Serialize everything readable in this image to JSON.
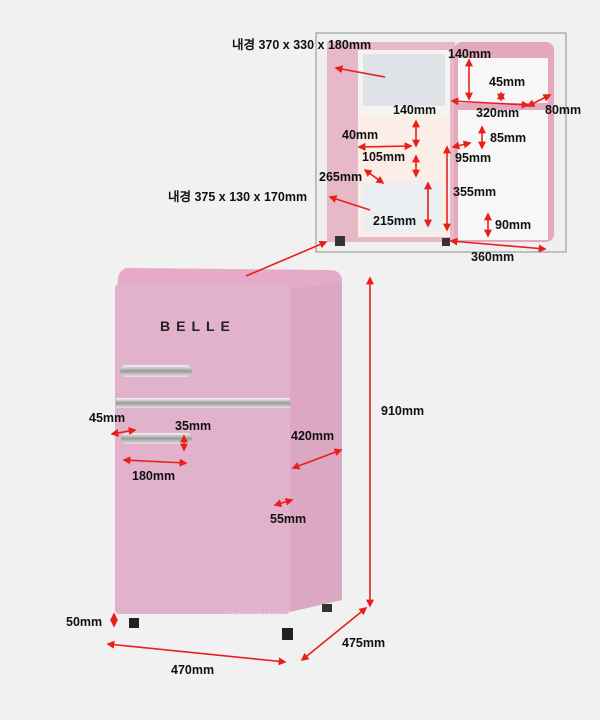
{
  "inset": {
    "freezer_interior": "내경 370 x 330 x 180mm",
    "fridge_interior": "내경 375 x 130 x 170mm",
    "labels": [
      "140mm",
      "45mm",
      "320mm",
      "80mm",
      "140mm",
      "40mm",
      "85mm",
      "105mm",
      "95mm",
      "265mm",
      "355mm",
      "215mm",
      "90mm",
      "360mm"
    ]
  },
  "fridge": {
    "brand": "BELLE",
    "signature": "Color in the home",
    "labels": {
      "height": "910mm",
      "door_depth": "420mm",
      "handle_offset": "45mm",
      "handle_height": "35mm",
      "handle_width": "180mm",
      "side_gap": "55mm",
      "leg_height": "50mm",
      "width": "470mm",
      "depth": "475mm"
    }
  },
  "colors": {
    "body": "#e3aec8",
    "arrow": "#e8201c"
  }
}
